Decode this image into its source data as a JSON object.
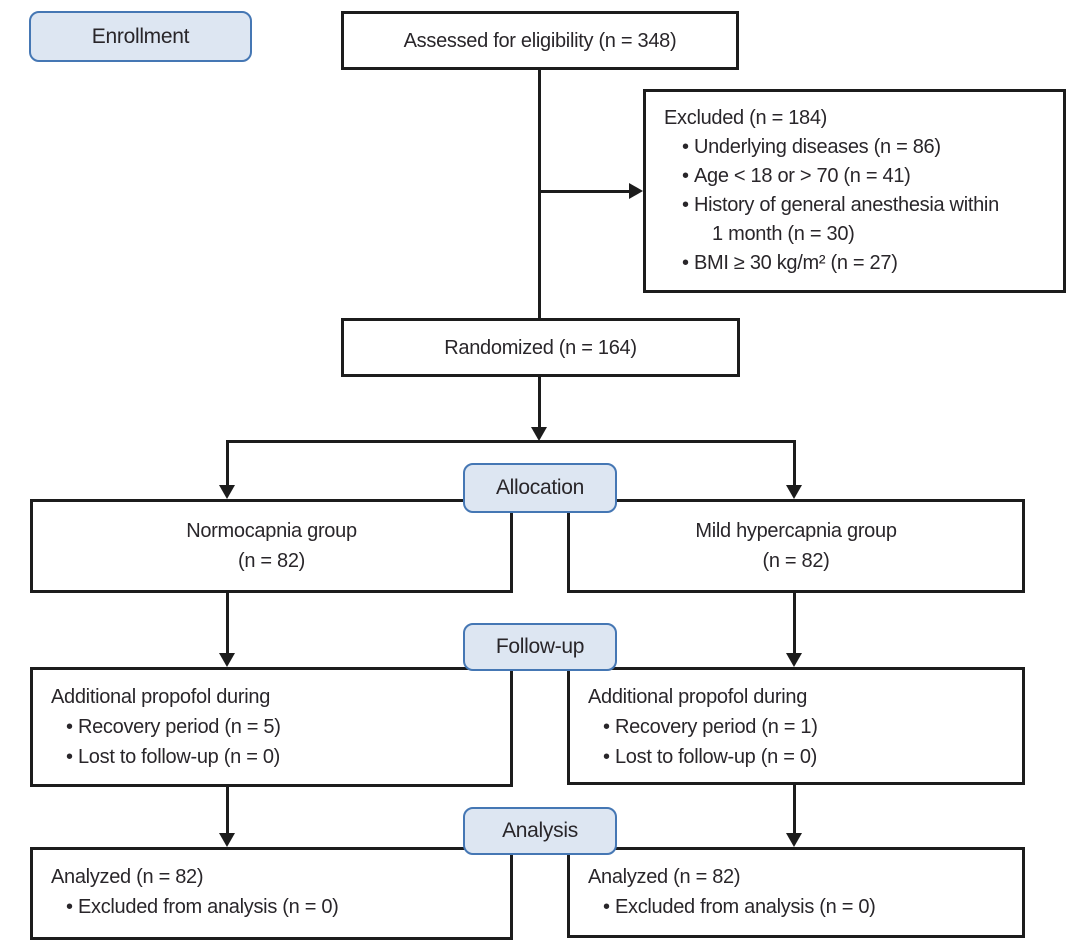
{
  "stages": {
    "enrollment": "Enrollment",
    "allocation": "Allocation",
    "followup": "Follow-up",
    "analysis": "Analysis"
  },
  "boxes": {
    "assessed": {
      "text": "Assessed for eligibility (n = 348)"
    },
    "excluded": {
      "title": "Excluded (n = 184)",
      "items": [
        {
          "text": "Underlying diseases (n = 86)"
        },
        {
          "text": "Age < 18 or > 70 (n = 41)"
        },
        {
          "text": "History of general anesthesia within",
          "text2": "1 month (n = 30)"
        },
        {
          "text": "BMI ≥ 30 kg/m² (n = 27)"
        }
      ]
    },
    "randomized": {
      "text": "Randomized (n = 164)"
    },
    "group_left": {
      "line1": "Normocapnia group",
      "line2": "(n = 82)"
    },
    "group_right": {
      "line1": "Mild hypercapnia group",
      "line2": "(n = 82)"
    },
    "followup_left": {
      "title": "Additional propofol during",
      "items": [
        {
          "text": "Recovery period (n = 5)"
        },
        {
          "text": "Lost to follow-up (n = 0)"
        }
      ]
    },
    "followup_right": {
      "title": "Additional propofol during",
      "items": [
        {
          "text": "Recovery period (n = 1)"
        },
        {
          "text": "Lost to follow-up (n = 0)"
        }
      ]
    },
    "analysis_left": {
      "title": "Analyzed (n = 82)",
      "items": [
        {
          "text": "Excluded from analysis (n = 0)"
        }
      ]
    },
    "analysis_right": {
      "title": "Analyzed (n = 82)",
      "items": [
        {
          "text": "Excluded from analysis (n = 0)"
        }
      ]
    }
  },
  "colors": {
    "stage_fill": "#dde6f2",
    "stage_border": "#4577b4",
    "line_color": "#1c1c1c",
    "text_color": "#29262a"
  }
}
